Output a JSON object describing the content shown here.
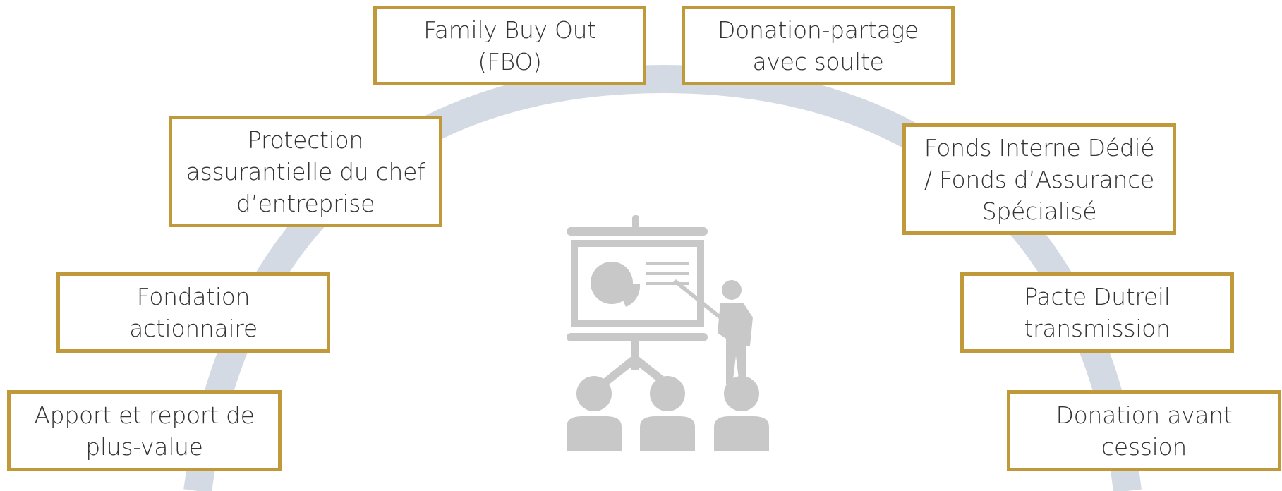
{
  "diagram": {
    "colors": {
      "arc": "#D4DAE4",
      "box_border": "#C09A3A",
      "icon": "#C8C8C8",
      "text": "#333333"
    },
    "icon": "presentation-audience-icon",
    "boxes": [
      {
        "id": "fbo",
        "label": "Family Buy Out\n(FBO)"
      },
      {
        "id": "donation-partage",
        "label": "Donation-partage\navec soulte"
      },
      {
        "id": "protection",
        "label": "Protection\nassurantielle du chef\nd’entreprise"
      },
      {
        "id": "fonds-interne",
        "label": "Fonds Interne Dédié\n/ Fonds d’Assurance\nSpécialisé"
      },
      {
        "id": "fondation",
        "label": "Fondation\nactionnaire"
      },
      {
        "id": "pacte-dutreil",
        "label": "Pacte Dutreil\ntransmission"
      },
      {
        "id": "apport-report",
        "label": "Apport et report de\nplus-value"
      },
      {
        "id": "donation-avant",
        "label": "Donation avant\ncession"
      }
    ]
  }
}
